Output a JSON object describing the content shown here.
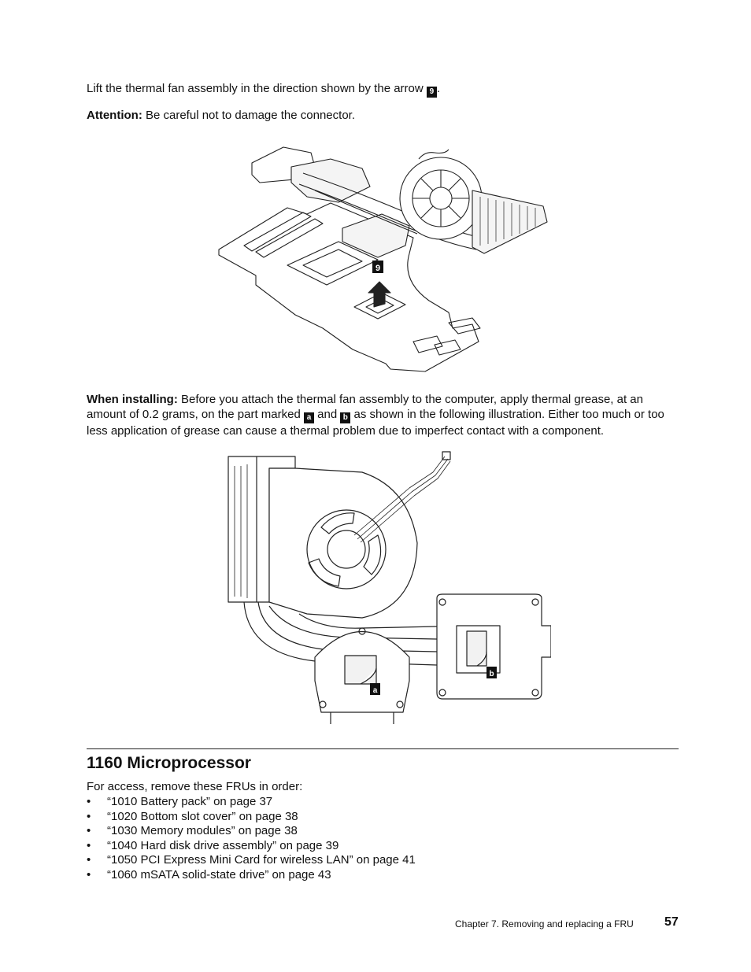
{
  "intro": {
    "line1": "Lift the thermal fan assembly in the direction shown by the arrow",
    "callout_9": "9",
    "line1_end": "."
  },
  "attention": {
    "label": "Attention:",
    "text": "Be careful not to damage the connector."
  },
  "figure1": {
    "callout": "9"
  },
  "installing": {
    "label": "When installing:",
    "text_part1": "Before you attach the thermal fan assembly to the computer, apply thermal grease, at an amount of 0.2 grams, on the part marked",
    "callout_a": "a",
    "and": "and",
    "callout_b": "b",
    "text_part2": "as shown in the following illustration. Either too much or too less application of grease can cause a thermal problem due to imperfect contact with a component."
  },
  "figure2": {
    "callout_a": "a",
    "callout_b": "b"
  },
  "section": {
    "title": "1160 Microprocessor",
    "intro": "For access, remove these FRUs in order:",
    "bullet": "•",
    "items": [
      "“1010 Battery pack” on page 37",
      "“1020 Bottom slot cover” on page 38",
      "“1030 Memory modules” on page 38",
      "“1040 Hard disk drive assembly” on page 39",
      "“1050 PCI Express Mini Card for wireless LAN” on page 41",
      "“1060 mSATA solid-state drive” on page 43"
    ]
  },
  "footer": {
    "chapter": "Chapter 7. Removing and replacing a FRU",
    "page_number": "57"
  }
}
